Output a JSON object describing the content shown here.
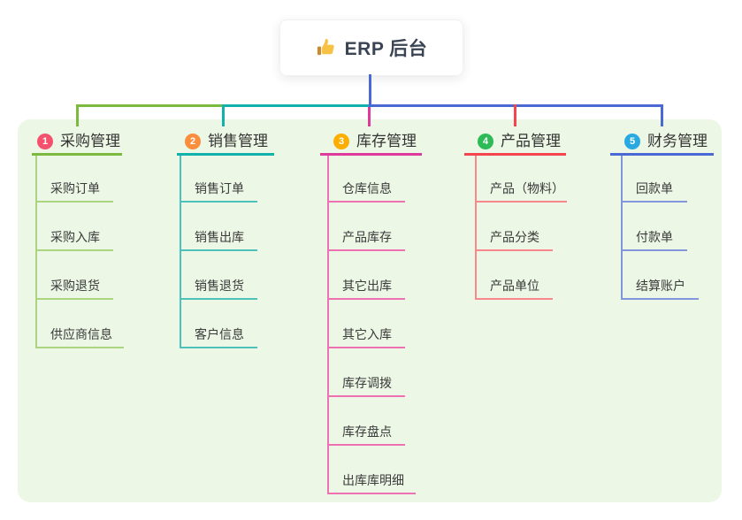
{
  "title": {
    "icon": "thumbs-up-icon",
    "text": "ERP 后台"
  },
  "colors": {
    "panel_background": "#ecf7e5",
    "trunk_line": "#4b69d4",
    "text": "#333333",
    "title_text": "#3b4454"
  },
  "tree": {
    "branches": [
      {
        "num": "1",
        "label": "采购管理",
        "line_color": "#7cb93f",
        "child_line_color": "#abd57e",
        "badge_color": "#f4516c",
        "children": [
          "采购订单",
          "采购入库",
          "采购退货",
          "供应商信息"
        ]
      },
      {
        "num": "2",
        "label": "销售管理",
        "line_color": "#12b2ac",
        "child_line_color": "#4cc2bb",
        "badge_color": "#fb8e3c",
        "children": [
          "销售订单",
          "销售出库",
          "销售退货",
          "客户信息"
        ]
      },
      {
        "num": "3",
        "label": "库存管理",
        "line_color": "#de3a9c",
        "child_line_color": "#ee72b2",
        "badge_color": "#feae02",
        "children": [
          "仓库信息",
          "产品库存",
          "其它出库",
          "其它入库",
          "库存调拨",
          "库存盘点",
          "出库库明细"
        ]
      },
      {
        "num": "4",
        "label": "产品管理",
        "line_color": "#f4454e",
        "child_line_color": "#f8888d",
        "badge_color": "#2eba57",
        "children": [
          "产品（物料）",
          "产品分类",
          "产品单位"
        ]
      },
      {
        "num": "5",
        "label": "财务管理",
        "line_color": "#4b69d4",
        "child_line_color": "#8396dc",
        "badge_color": "#29a9e1",
        "children": [
          "回款单",
          "付款单",
          "结算账户"
        ]
      }
    ]
  }
}
